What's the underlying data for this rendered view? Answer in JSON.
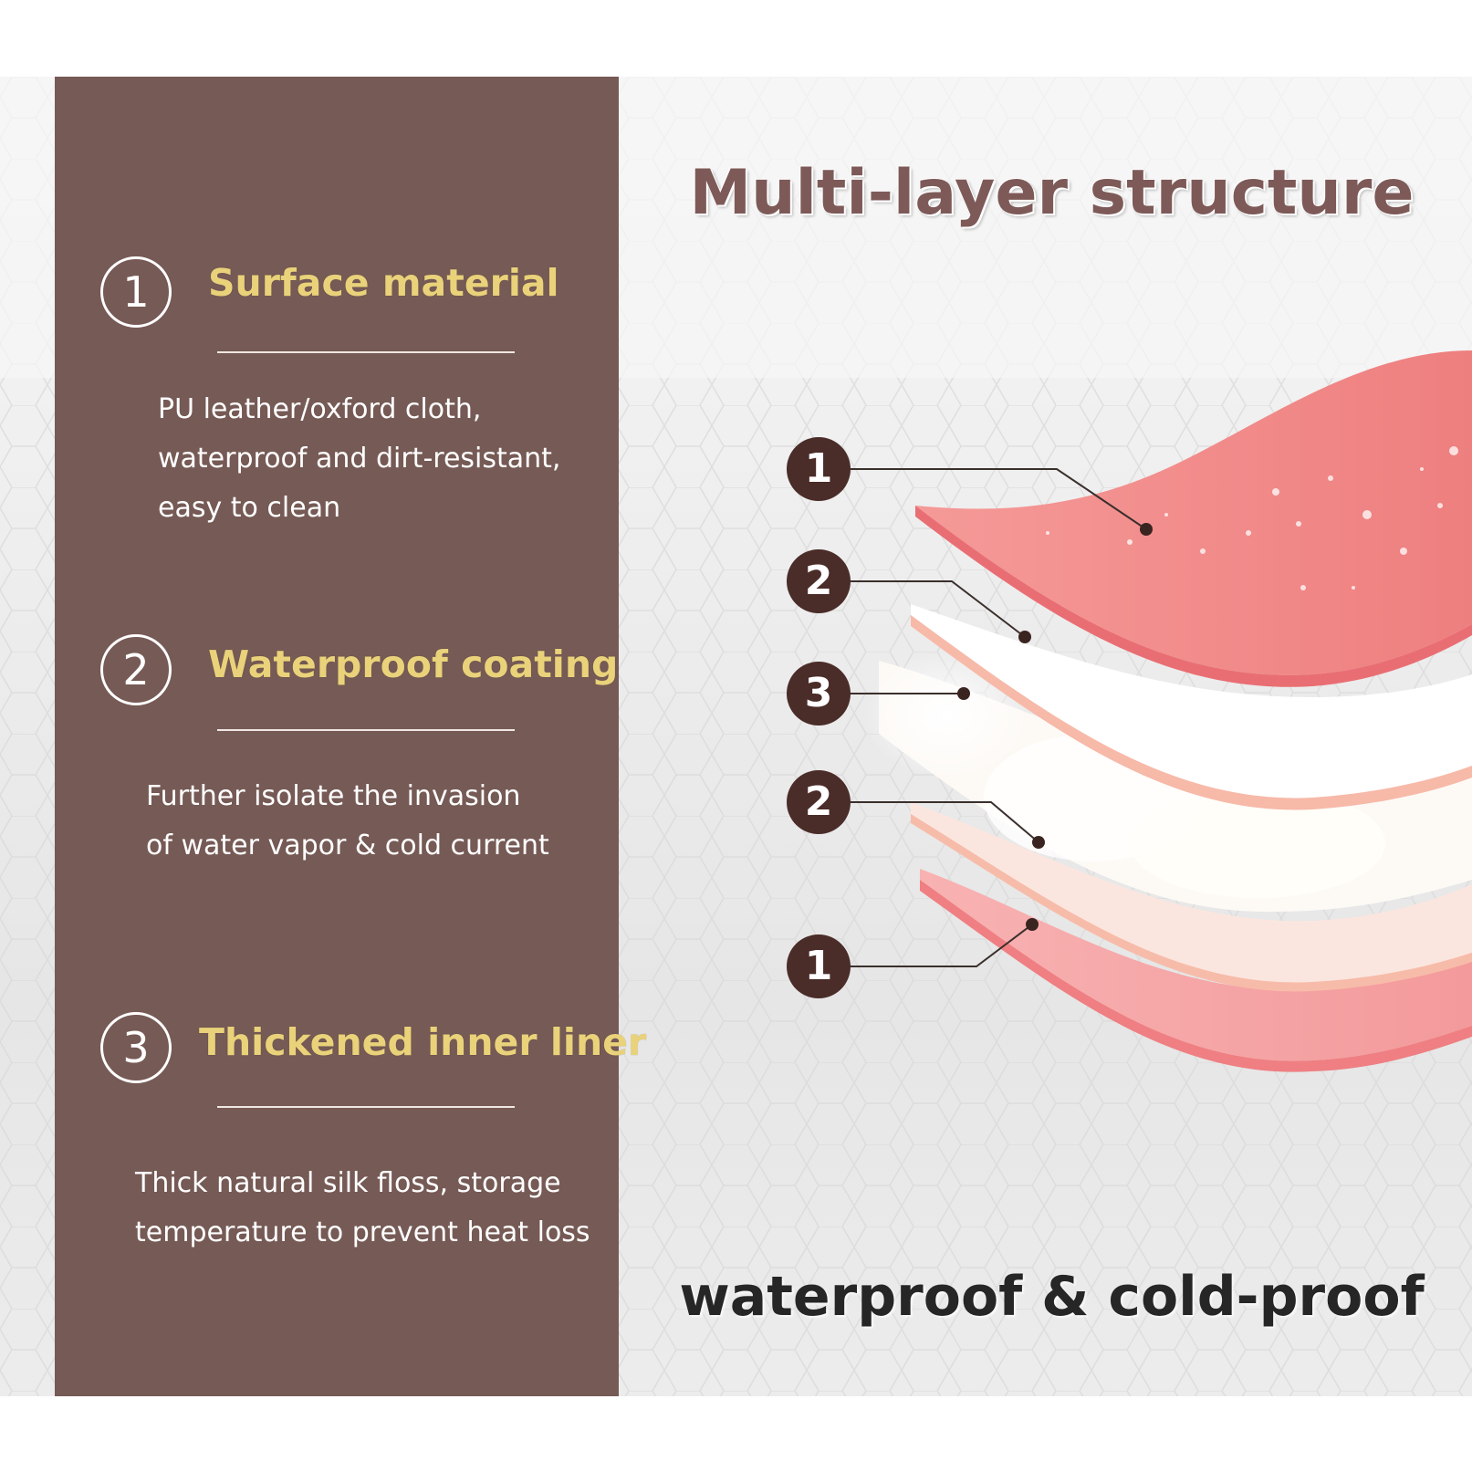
{
  "title": "Multi-layer structure",
  "caption": "waterproof & cold-proof",
  "features": [
    {
      "number": "1",
      "title": "Surface material",
      "lines": [
        "PU leather/oxford cloth,",
        "waterproof and dirt-resistant,",
        "easy to clean"
      ]
    },
    {
      "number": "2",
      "title": "Waterproof coating",
      "lines": [
        "Further isolate the invasion",
        "of water vapor & cold current"
      ]
    },
    {
      "number": "3",
      "title": "Thickened inner liner",
      "lines": [
        "Thick natural silk floss, storage",
        "temperature to prevent heat loss"
      ]
    }
  ],
  "layer_labels": [
    "1",
    "2",
    "3",
    "2",
    "1"
  ],
  "colors": {
    "panel": "#765a55",
    "feature_title": "#e9d27a",
    "title_text": "#7d5a58",
    "badge": "#4a2c28",
    "outer_layer": "#ef8a8a",
    "coating_layer": "#f6b7a8",
    "liner_layer": "#fdfaf7"
  }
}
